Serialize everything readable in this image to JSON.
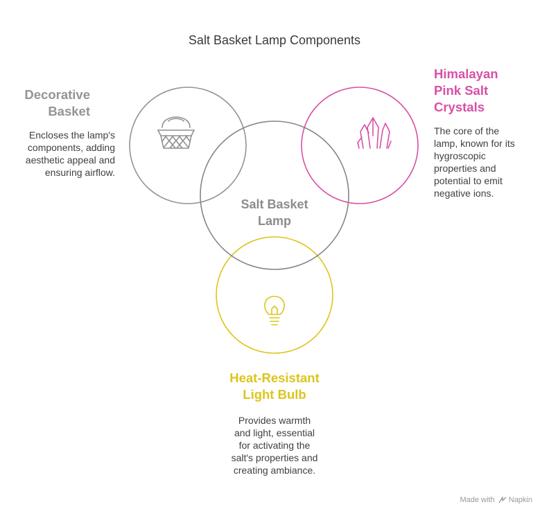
{
  "title": "Salt Basket Lamp Components",
  "center": {
    "line1": "Salt Basket",
    "line2": "Lamp"
  },
  "components": {
    "basket": {
      "heading_line1": "Decorative",
      "heading_line2": "Basket",
      "desc_lines": [
        "Encloses the lamp's",
        "components, adding",
        "aesthetic appeal and",
        "ensuring airflow."
      ],
      "color": "#949494",
      "icon": "basket-icon"
    },
    "salt": {
      "heading_line1": "Himalayan",
      "heading_line2": "Pink Salt",
      "heading_line3": "Crystals",
      "desc_lines": [
        "The core of the",
        "lamp, known for its",
        "hygroscopic",
        "properties and",
        "potential to emit",
        "negative ions."
      ],
      "color": "#d94fa6",
      "icon": "crystals-icon"
    },
    "bulb": {
      "heading_line1": "Heat-Resistant",
      "heading_line2": "Light Bulb",
      "desc_lines": [
        "Provides warmth",
        "and light, essential",
        "for activating the",
        "salt's properties and",
        "creating ambiance."
      ],
      "color": "#dcc51c",
      "icon": "light-bulb-icon"
    }
  },
  "footer": {
    "prefix": "Made with",
    "brand": "Napkin"
  },
  "colors": {
    "center_circle": "#858585",
    "center_label": "#8c8c8c"
  }
}
